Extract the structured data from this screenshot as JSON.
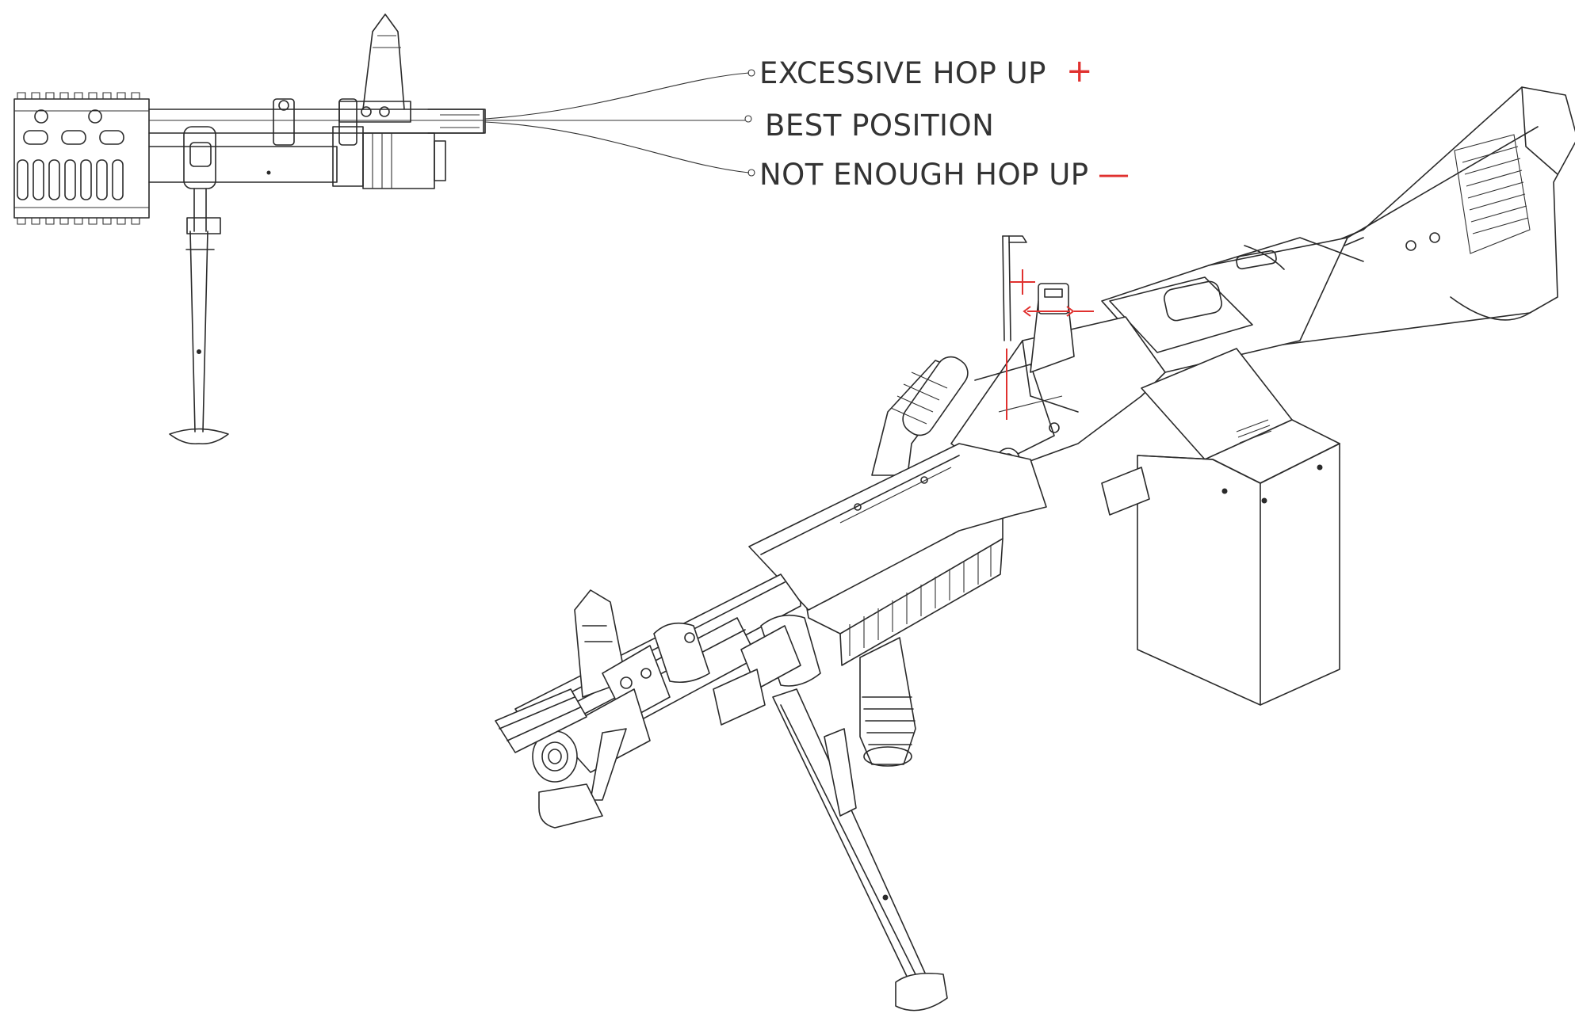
{
  "labels": {
    "excessive": "EXCESSIVE HOP UP",
    "best": "BEST POSITION",
    "not_enough": "NOT ENOUGH HOP UP"
  },
  "signs": {
    "plus": "+",
    "minus": "—"
  },
  "colors": {
    "line_art": "#2a2a2a",
    "label_text": "#333333",
    "accent_red": "#e0312f",
    "background": "#ffffff"
  },
  "icons": {
    "detail_view": "barrel-side-detail-icon",
    "main_view": "machine-gun-isometric-icon",
    "tool": "hex-key-icon"
  }
}
